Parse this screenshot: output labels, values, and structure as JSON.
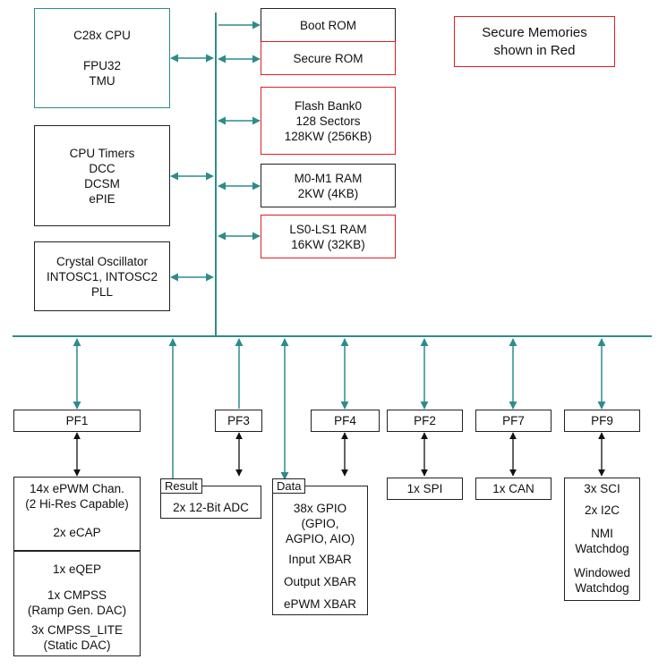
{
  "colors": {
    "bus": "#2e8b8b",
    "secure": "#e01e24",
    "black": "#222222"
  },
  "cpu": {
    "core": "C28x CPU\n\nFPU32\nTMU",
    "timers": "CPU Timers\nDCC\nDCSM\nePIE",
    "osc": "Crystal Oscillator\nINTOSC1, INTOSC2\nPLL"
  },
  "memories": {
    "boot_rom": "Boot ROM",
    "secure_rom": "Secure ROM",
    "flash": "Flash Bank0\n128 Sectors\n128KW (256KB)",
    "m0m1": "M0-M1 RAM\n2KW (4KB)",
    "ls0ls1": "LS0-LS1 RAM\n16KW (32KB)"
  },
  "legend": "Secure Memories\nshown in Red",
  "frames": {
    "pf1": "PF1",
    "pf3": "PF3",
    "pf4": "PF4",
    "pf2": "PF2",
    "pf7": "PF7",
    "pf9": "PF9"
  },
  "pf1_items": [
    "14x ePWM Chan.\n(2 Hi-Res Capable)",
    "2x eCAP",
    "1x eQEP",
    "1x CMPSS\n(Ramp Gen. DAC)",
    "3x CMPSS_LITE\n(Static DAC)"
  ],
  "adc": {
    "tag": "Result",
    "label": "2x 12-Bit ADC"
  },
  "gpio": {
    "tag": "Data",
    "items": [
      "38x GPIO\n(GPIO,\nAGPIO, AIO)",
      "Input XBAR",
      "Output XBAR",
      "ePWM XBAR"
    ]
  },
  "spi": "1x SPI",
  "can": "1x CAN",
  "pf9_items": [
    "3x SCI",
    "2x I2C",
    "NMI\nWatchdog",
    "Windowed\nWatchdog"
  ]
}
